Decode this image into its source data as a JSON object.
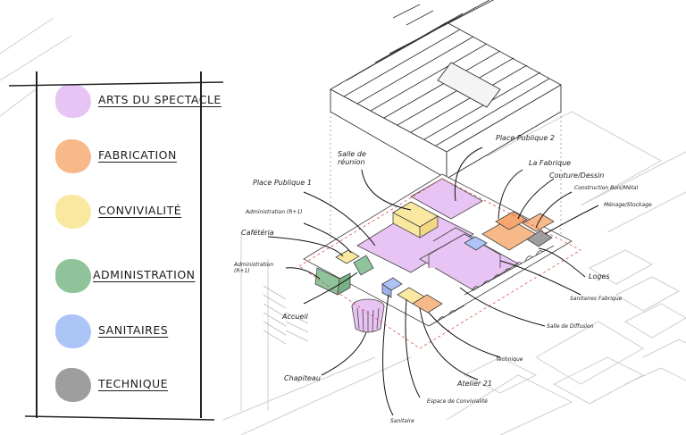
{
  "legend": {
    "items": [
      {
        "label": "ARTS DU SPECTACLE",
        "color": "#e7c4f3"
      },
      {
        "label": "FABRICATION",
        "color": "#f8b98a"
      },
      {
        "label": "CONVIVIALITÉ",
        "color": "#fbe8a0"
      },
      {
        "label": "ADMINISTRATION",
        "color": "#8fc49b"
      },
      {
        "label": "SANITAIRES",
        "color": "#adc4f7"
      },
      {
        "label": "TECHNIQUE",
        "color": "#9e9e9e"
      }
    ]
  },
  "labels": {
    "salle_reunion": "Salle de réunion",
    "place_publique_2": "Place Publique 2",
    "la_fabrique": "La Fabrique",
    "couture": "Couture/Dessin",
    "construction": "Construction Bois/Métal",
    "menage": "Ménage/Stockage",
    "place_publique_1": "Place Publique 1",
    "admin_r1": "Administration (R+1)",
    "cafeteria": "Cafétéria",
    "admin_r1_b": "Administration (R+1)",
    "loges": "Loges",
    "sanitaires_fabrique": "Sanitaires Fabrique",
    "accueil": "Accueil",
    "salle_diffusion": "Salle de Diffusion",
    "technique": "Technique",
    "chapiteau": "Chapiteau",
    "atelier": "Atelier 21",
    "espace_convivialite": "Espace de Convivialité",
    "sanitaire": "Sanitaire"
  }
}
